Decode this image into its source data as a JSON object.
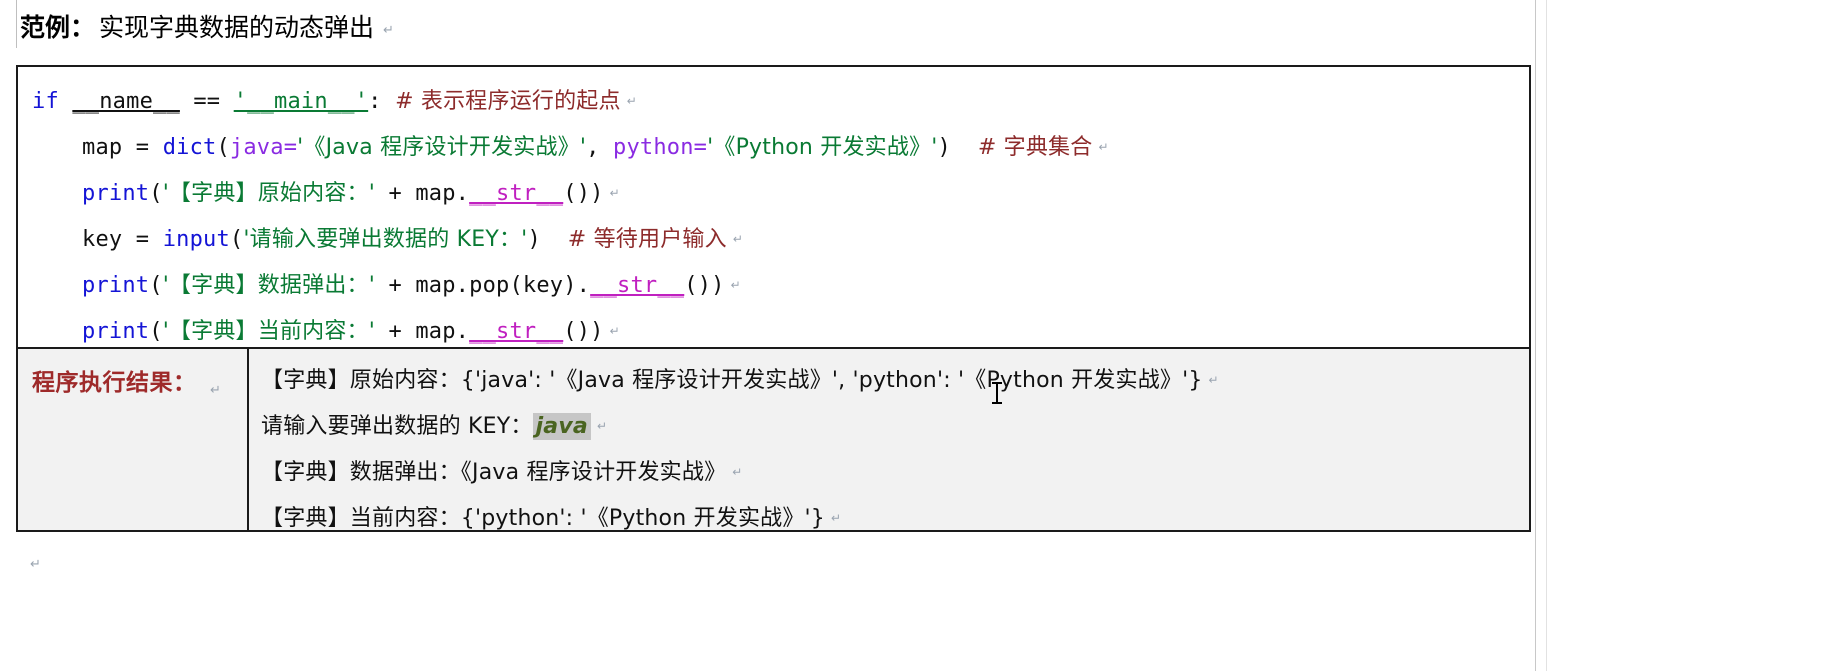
{
  "document": {
    "title_label": "范例：",
    "title_text": "实现字典数据的动态弹出",
    "paragraph_mark": "↵"
  },
  "code_block": {
    "language": "python",
    "colors": {
      "keyword": "#1414d6",
      "string": "#0a7a34",
      "comment": "#8d2b2b",
      "dunder": "#c020c0",
      "kwarg": "#8a2be2",
      "plain": "#111111"
    },
    "lines": [
      {
        "n": 1,
        "indent": 0,
        "plain_text": "if __name__ == '__main__':  # 表示程序运行的起点",
        "tokens": {
          "keyword": "if",
          "name_dunder": "__name__",
          "operator": "==",
          "string": "'__main__'",
          "colon": ":",
          "comment": "# 表示程序运行的起点"
        }
      },
      {
        "n": 2,
        "indent": 1,
        "plain_text": "map = dict(java='《Java 程序设计开发实战》', python='《Python 开发实战》')  # 字典集合",
        "tokens": {
          "var": "map",
          "fn": "dict",
          "kwarg1": "java=",
          "string1": "'《Java 程序设计开发实战》'",
          "kwarg2": "python=",
          "string2": "'《Python 开发实战》'",
          "comment": "# 字典集合"
        }
      },
      {
        "n": 3,
        "indent": 1,
        "plain_text": "print('【字典】原始内容：' + map.__str__())",
        "tokens": {
          "fn": "print",
          "string": "'【字典】原始内容：'",
          "operator": "+",
          "var": "map.",
          "dunder": "__str__",
          "call": "()"
        }
      },
      {
        "n": 4,
        "indent": 1,
        "plain_text": "key = input('请输入要弹出数据的 KEY：')  # 等待用户输入",
        "tokens": {
          "var": "key",
          "fn": "input",
          "string": "'请输入要弹出数据的 KEY：'",
          "comment": "# 等待用户输入"
        }
      },
      {
        "n": 5,
        "indent": 1,
        "plain_text": "print('【字典】数据弹出：' + map.pop(key).__str__())",
        "tokens": {
          "fn": "print",
          "string": "'【字典】数据弹出：'",
          "operator": "+",
          "var": "map.pop(key).",
          "dunder": "__str__",
          "call": "()"
        }
      },
      {
        "n": 6,
        "indent": 1,
        "plain_text": "print('【字典】当前内容：' + map.__str__())",
        "tokens": {
          "fn": "print",
          "string": "'【字典】当前内容：'",
          "operator": "+",
          "var": "map.",
          "dunder": "__str__",
          "call": "()"
        }
      }
    ]
  },
  "result_panel": {
    "label": "程序执行结果：",
    "label_color": "#9e2a2a",
    "background": "#f2f2f2",
    "lines": [
      {
        "type": "output",
        "text": "【字典】原始内容：{'java': '《Java 程序设计开发实战》', 'python': '《Python 开发实战》'}"
      },
      {
        "type": "prompt",
        "prompt": "请输入要弹出数据的 KEY：",
        "value": "java",
        "value_highlight": "#c6c6c6",
        "value_color": "#4a6420"
      },
      {
        "type": "output",
        "text": "【字典】数据弹出：《Java 程序设计开发实战》"
      },
      {
        "type": "output",
        "text": "【字典】当前内容：{'python': '《Python 开发实战》'}"
      }
    ]
  }
}
